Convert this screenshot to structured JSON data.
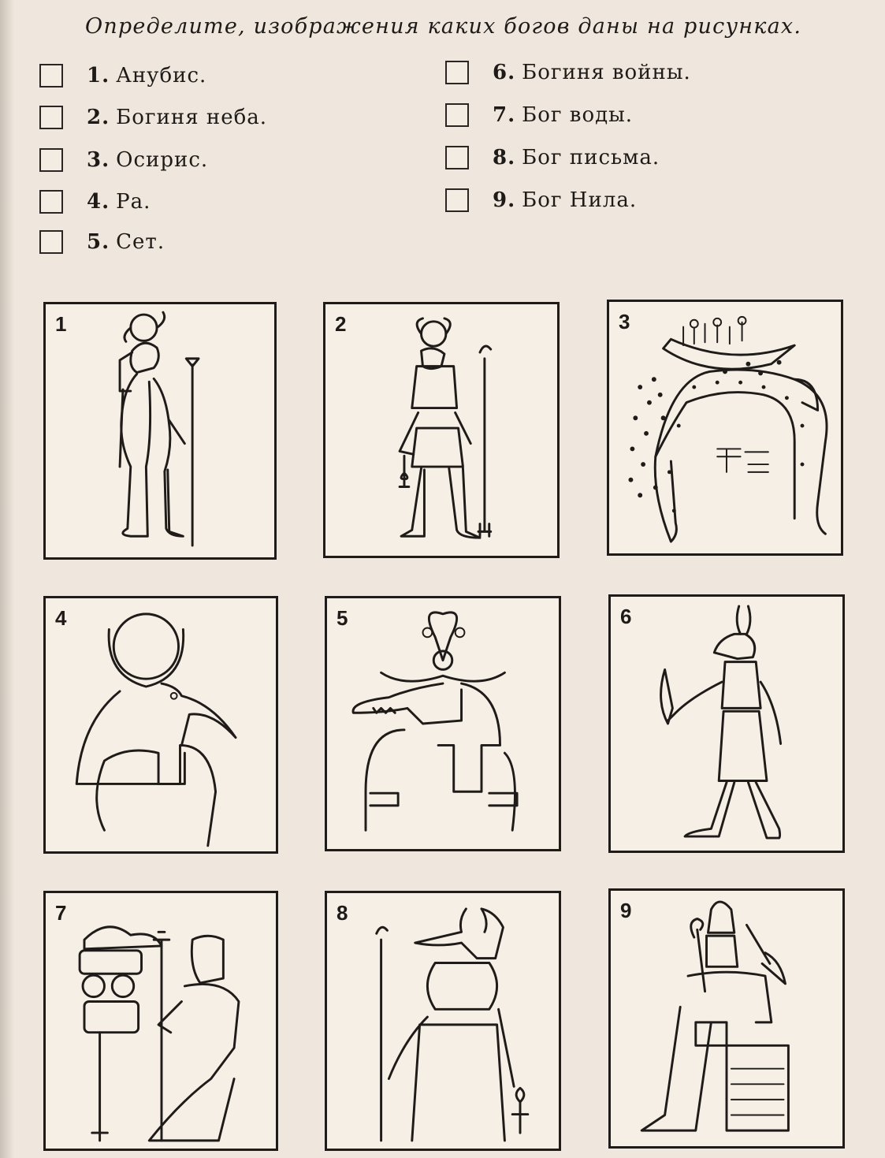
{
  "instruction": "Определите, изображения каких богов даны на рисунках.",
  "options": [
    {
      "num": "1.",
      "text": "Анубис."
    },
    {
      "num": "2.",
      "text": "Богиня неба."
    },
    {
      "num": "3.",
      "text": "Осирис."
    },
    {
      "num": "4.",
      "text": "Ра."
    },
    {
      "num": "5.",
      "text": "Сет."
    },
    {
      "num": "6.",
      "text": "Богиня войны."
    },
    {
      "num": "7.",
      "text": "Бог воды."
    },
    {
      "num": "8.",
      "text": "Бог письма."
    },
    {
      "num": "9.",
      "text": "Бог Нила."
    }
  ],
  "panels": [
    {
      "num": "1"
    },
    {
      "num": "2"
    },
    {
      "num": "3"
    },
    {
      "num": "4"
    },
    {
      "num": "5"
    },
    {
      "num": "6"
    },
    {
      "num": "7"
    },
    {
      "num": "8"
    },
    {
      "num": "9"
    }
  ]
}
